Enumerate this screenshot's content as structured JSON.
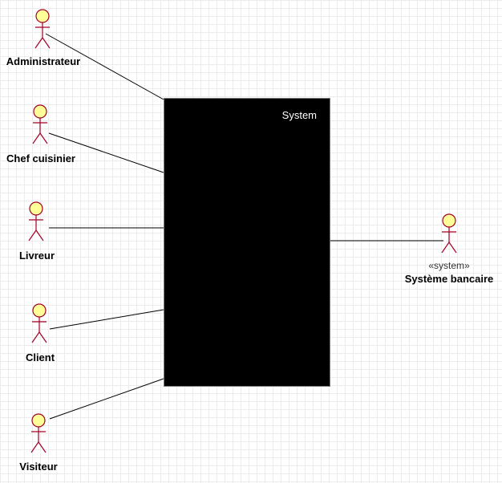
{
  "colors": {
    "actor_fill": "#ffff99",
    "actor_stroke": "#a20025",
    "system_fill": "#000000",
    "system_text": "#ffffff",
    "line": "#000000"
  },
  "system": {
    "title": "System"
  },
  "actors": [
    {
      "id": "administrateur",
      "label": "Administrateur"
    },
    {
      "id": "chef-cuisinier",
      "label": "Chef cuisinier"
    },
    {
      "id": "livreur",
      "label": "Livreur"
    },
    {
      "id": "client",
      "label": "Client"
    },
    {
      "id": "visiteur",
      "label": "Visiteur"
    },
    {
      "id": "systeme-bancaire",
      "label": "Système bancaire",
      "stereotype": "«system»"
    }
  ]
}
